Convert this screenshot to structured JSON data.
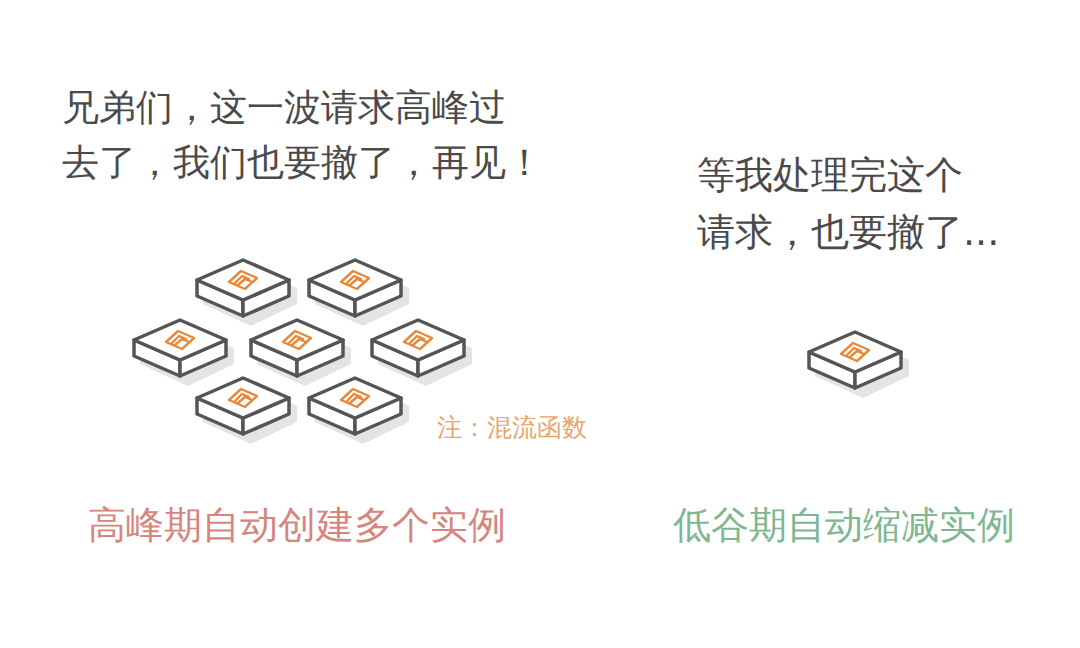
{
  "diagram": {
    "labels": [
      "兄弟们，这一波请求高峰过 去了，我们也要撤了，再见！",
      "等我处理完这个 请求，也要撤了...",
      "注：混流函数",
      "高峰期自动创建多个实例",
      "低谷期自动缩减实例"
    ]
  }
}
